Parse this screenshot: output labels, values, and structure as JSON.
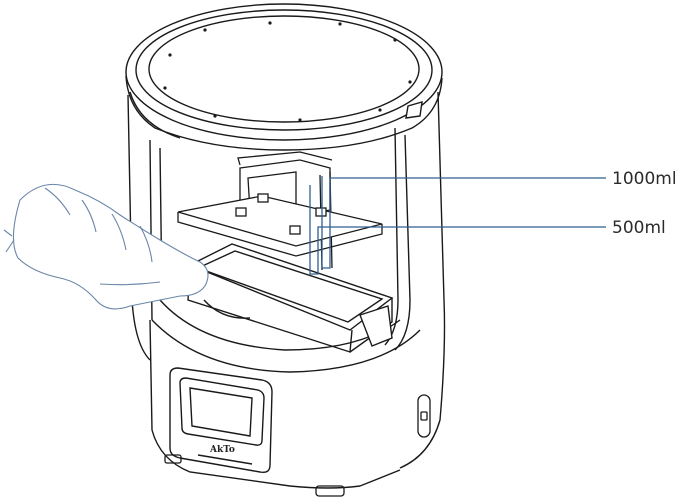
{
  "diagram": {
    "callouts": [
      {
        "id": "fill-line-1000",
        "label": "1000ml"
      },
      {
        "id": "fill-line-500",
        "label": "500ml"
      }
    ],
    "device_logo": "AkTo",
    "colors": {
      "line_art": "#1a1a1a",
      "callout_line": "#2f5f8f",
      "hand_outline": "#6a86a8",
      "background": "#ffffff"
    }
  }
}
